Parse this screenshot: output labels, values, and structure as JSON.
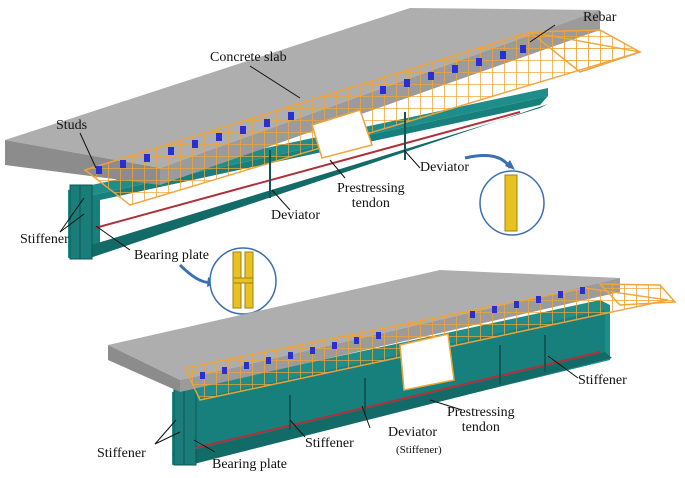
{
  "colors": {
    "slab_top": "#a9a9a9",
    "slab_side": "#8f8f8f",
    "girder": "#1f8e8a",
    "girder_dark": "#136b68",
    "rebar": "#f0a43a",
    "studs": "#2a2fd0",
    "tendon": "#b0303a",
    "callout_circle": "#3a6fb0",
    "detail_part": "#e8c220"
  },
  "labels": {
    "concrete_slab": "Concrete slab",
    "rebar": "Rebar",
    "studs": "Studs",
    "deviator_top_left": "Deviator",
    "deviator_top_right": "Deviator",
    "prestressing_tendon_top": "Prestressing\ntendon",
    "stiffener_top": "Stiffener",
    "bearing_plate_top": "Bearing plate",
    "stiffener_bottom_right": "Stiffener",
    "prestressing_tendon_bottom": "Prestressing\ntendon",
    "deviator_bottom": "Deviator",
    "deviator_bottom_note": "(Stiffener)",
    "stiffener_bottom_mid": "Stiffener",
    "stiffener_bottom_left": "Stiffener",
    "bearing_plate_bottom": "Bearing plate"
  }
}
